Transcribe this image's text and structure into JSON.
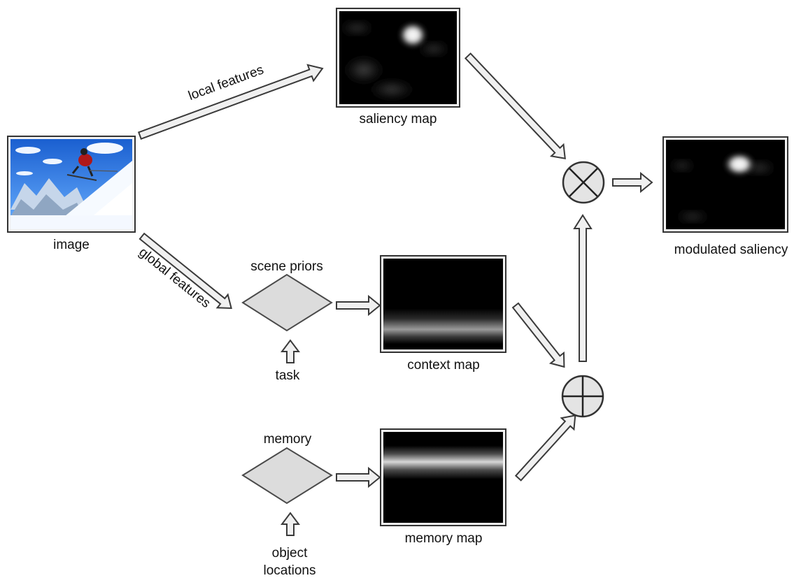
{
  "labels": {
    "image": "image",
    "local_features": "local features",
    "global_features": "global features",
    "saliency_map": "saliency map",
    "modulated_saliency": "modulated saliency",
    "scene_priors": "scene priors",
    "task": "task",
    "context_map": "context map",
    "memory": "memory",
    "memory_map": "memory map",
    "object_line1": "object",
    "object_line2": "locations"
  },
  "operators": {
    "multiply": "multiply-operator",
    "add": "add-operator"
  },
  "colors": {
    "map_background": "#000000",
    "diamond_fill": "#dcdcdc",
    "arrow_fill": "#f0f0f0",
    "outline": "#333333"
  }
}
